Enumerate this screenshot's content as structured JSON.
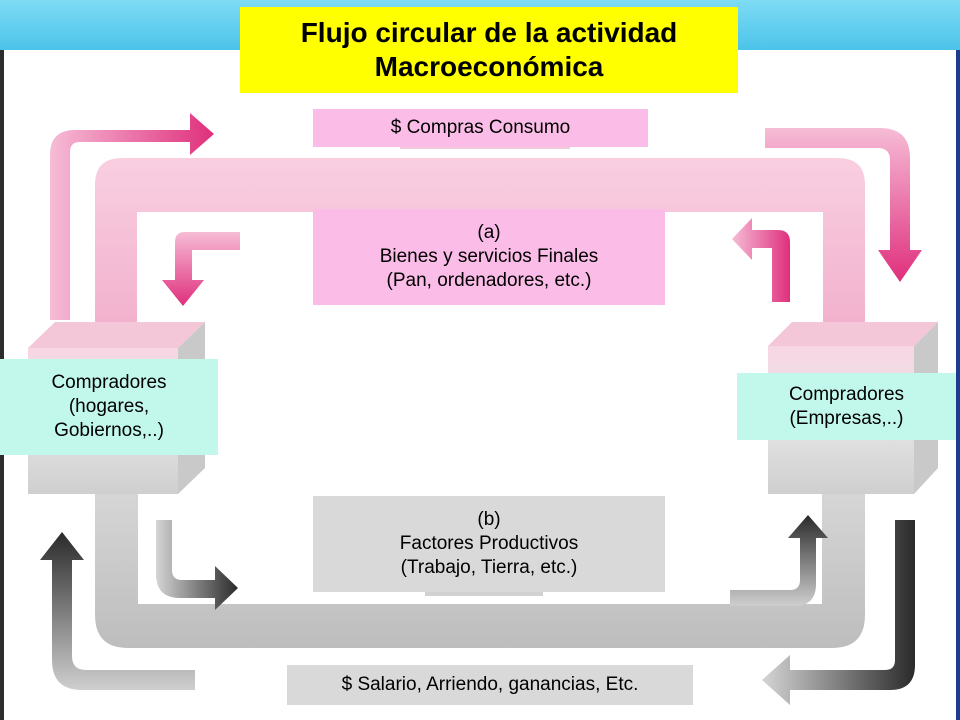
{
  "title": {
    "line1": "Flujo circular de la actividad",
    "line2": "Macroeconómica"
  },
  "labels": {
    "compras": "$ Compras Consumo",
    "bienes": {
      "line1": "(a)",
      "line2": "Bienes y servicios Finales",
      "line3": "(Pan, ordenadores, etc.)"
    },
    "factores": {
      "line1": "(b)",
      "line2": "Factores Productivos",
      "line3": "(Trabajo, Tierra, etc.)"
    },
    "salario": "$ Salario, Arriendo, ganancias, Etc."
  },
  "nodes": {
    "hogares": {
      "line1": "Compradores",
      "line2": "(hogares,",
      "line3": "Gobiernos,..)"
    },
    "empresas": {
      "line1": "Compradores",
      "line2": "(Empresas,..)"
    }
  },
  "colors": {
    "header_bar": "#5ccbee",
    "title_bg": "#ffff00",
    "pink_flow": "#f4b3d2",
    "pink_arrow": "#e0337f",
    "gray_flow": "#c8c8c8",
    "dark_arrow": "#303030",
    "label_pink": "#fbbde8",
    "label_gray": "#d9d9d9",
    "label_mint": "#c2f7ec"
  }
}
